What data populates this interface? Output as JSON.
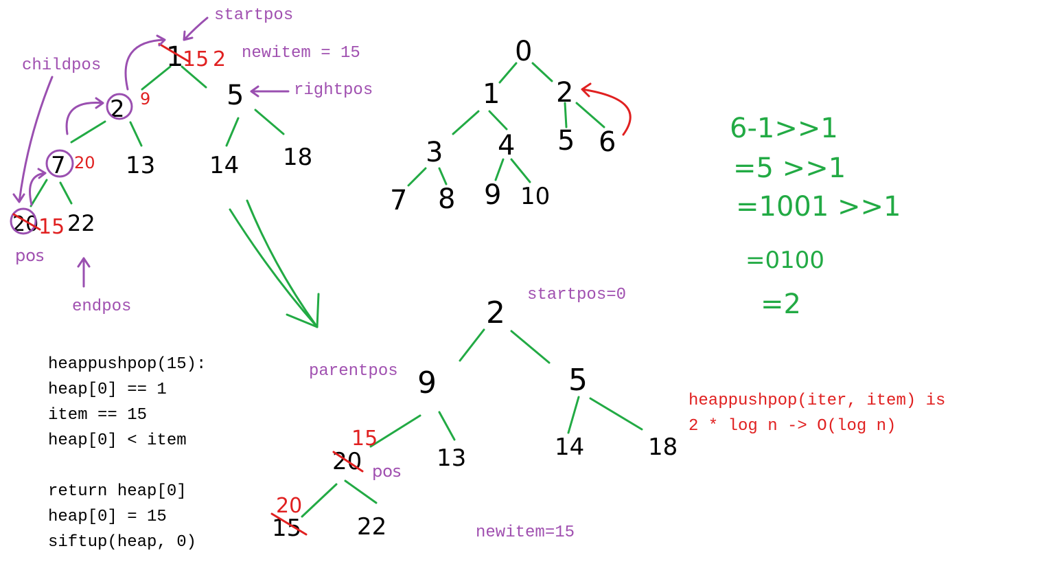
{
  "tree1": {
    "root": "1",
    "root_red": "15",
    "root_red2": "2",
    "n_left": "2",
    "n_left_red": "9",
    "n_right": "5",
    "n_ll": "7",
    "n_ll_red": "20",
    "n_lr": "13",
    "n_rl": "14",
    "n_rr": "18",
    "n_lll": "20",
    "n_lll_red": "15",
    "n_llr": "22"
  },
  "tree1_labels": {
    "startpos": "startpos",
    "newitem": "newitem = 15",
    "childpos": "childpos",
    "rightpos": "rightpos",
    "pos": "pos",
    "endpos": "endpos"
  },
  "tree2": {
    "n0": "0",
    "n1": "1",
    "n2": "2",
    "n3": "3",
    "n4": "4",
    "n5": "5",
    "n6": "6",
    "n7": "7",
    "n8": "8",
    "n9": "9",
    "n10": "10"
  },
  "calc": {
    "line1": "6-1>>1",
    "line2": "=5 >>1",
    "line3": "=1001 >>1",
    "line4": "=0100",
    "line5": "=2"
  },
  "tree3": {
    "root": "2",
    "left": "9",
    "right": "5",
    "ll": "20",
    "ll_red": "15",
    "lr": "13",
    "rl": "14",
    "rr": "18",
    "lll": "15",
    "lll_red": "20",
    "llr": "22"
  },
  "tree3_labels": {
    "startpos": "startpos=0",
    "parentpos": "parentpos",
    "pos": "pos",
    "newitem": "newitem=15"
  },
  "code": {
    "lines": [
      "heappushpop(15):",
      "heap[0] == 1",
      "item == 15",
      "heap[0] < item",
      "",
      "return heap[0]",
      "heap[0] = 15",
      "siftup(heap, 0)"
    ]
  },
  "note": {
    "line1": "heappushpop(iter, item) is",
    "line2": "2 * log n -> O(log n)"
  }
}
